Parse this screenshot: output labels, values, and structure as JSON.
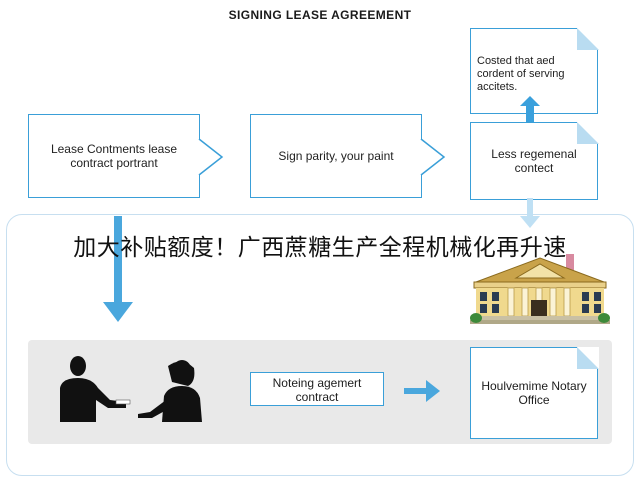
{
  "title": "SIGNING LEASE AGREEMENT",
  "boxes": {
    "top_right": "Costed that aed cordent of serving accitets.",
    "step1": "Lease Contments lease contract portrant",
    "step2": "Sign parity, your paint",
    "step3": "Less regemenal contect",
    "noting": "Noteing agemert contract",
    "notary": "Houlvemime Notary Office"
  },
  "overlay_caption": "加大补贴额度！广西蔗糖生产全程机械化再升速",
  "icons": [
    "building-icon",
    "businessman-icon",
    "businesswoman-icon"
  ],
  "colors": {
    "accent": "#3a9fd8",
    "arrow": "#4aa7dd",
    "band": "#e9e9e9"
  }
}
